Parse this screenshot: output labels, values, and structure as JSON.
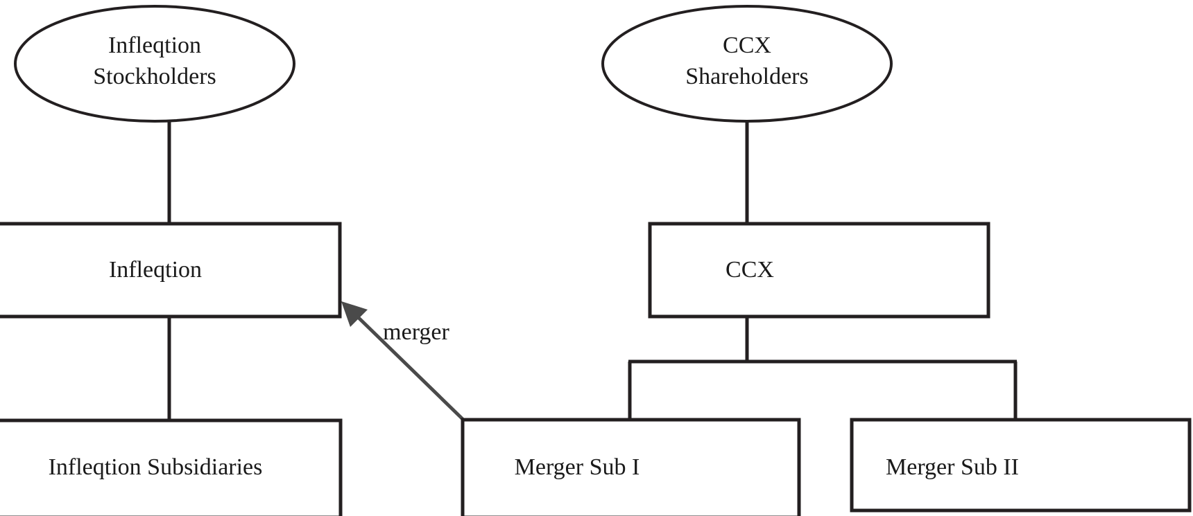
{
  "diagram": {
    "type": "merger-structure-org-chart",
    "background_color": "#ffffff",
    "stroke_color": "#231f20",
    "arrow_color": "#4a4a4a",
    "text_color": "#1a1a1a",
    "nodes": [
      {
        "id": "infleqtion-stockholders",
        "shape": "ellipse",
        "line1": "Infleqtion",
        "line2": "Stockholders"
      },
      {
        "id": "ccx-shareholders",
        "shape": "ellipse",
        "line1": "CCX",
        "line2": "Shareholders"
      },
      {
        "id": "infleqtion",
        "shape": "rectangle",
        "label": "Infleqtion"
      },
      {
        "id": "ccx",
        "shape": "rectangle",
        "label": "CCX"
      },
      {
        "id": "infleqtion-subsidiaries",
        "shape": "rectangle",
        "label": "Infleqtion Subsidiaries"
      },
      {
        "id": "merger-sub-i",
        "shape": "rectangle",
        "label": "Merger Sub I"
      },
      {
        "id": "merger-sub-ii",
        "shape": "rectangle",
        "label": "Merger Sub II"
      }
    ],
    "edges": [
      {
        "from": "infleqtion-stockholders",
        "to": "infleqtion",
        "style": "solid-line",
        "label": ""
      },
      {
        "from": "infleqtion",
        "to": "infleqtion-subsidiaries",
        "style": "solid-line",
        "label": ""
      },
      {
        "from": "ccx-shareholders",
        "to": "ccx",
        "style": "solid-line",
        "label": ""
      },
      {
        "from": "ccx",
        "to": "merger-sub-i",
        "style": "elbow-line",
        "label": ""
      },
      {
        "from": "ccx",
        "to": "merger-sub-ii",
        "style": "elbow-line",
        "label": ""
      },
      {
        "from": "merger-sub-i",
        "to": "infleqtion",
        "style": "arrow",
        "label": "merger"
      }
    ],
    "labels": {
      "infleqtion_stockholders_line1": "Infleqtion",
      "infleqtion_stockholders_line2": "Stockholders",
      "ccx_shareholders_line1": "CCX",
      "ccx_shareholders_line2": "Shareholders",
      "infleqtion": "Infleqtion",
      "ccx": "CCX",
      "infleqtion_subsidiaries": "Infleqtion Subsidiaries",
      "merger_sub_i": "Merger Sub I",
      "merger_sub_ii": "Merger Sub II",
      "merger": "merger"
    }
  }
}
